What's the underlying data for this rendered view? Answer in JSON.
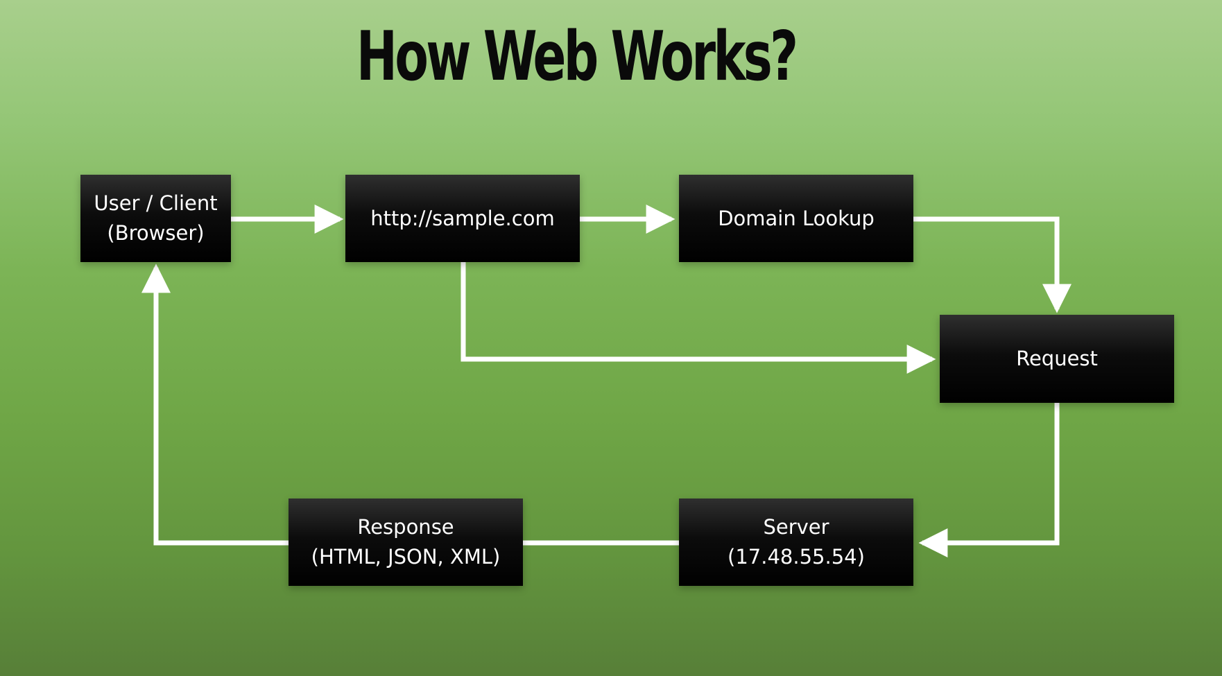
{
  "title": "How Web Works?",
  "nodes": {
    "client": {
      "line1": "User / Client",
      "line2": "(Browser)"
    },
    "url": {
      "line1": "http://sample.com"
    },
    "dns": {
      "line1": "Domain Lookup"
    },
    "request": {
      "line1": "Request"
    },
    "server": {
      "line1": "Server",
      "line2": "(17.48.55.54)"
    },
    "response": {
      "line1": "Response",
      "line2": "(HTML, JSON, XML)"
    }
  },
  "colors": {
    "box": "#000000",
    "box_text": "#ffffff",
    "connector": "#ffffff",
    "title": "#0a0a0a"
  }
}
